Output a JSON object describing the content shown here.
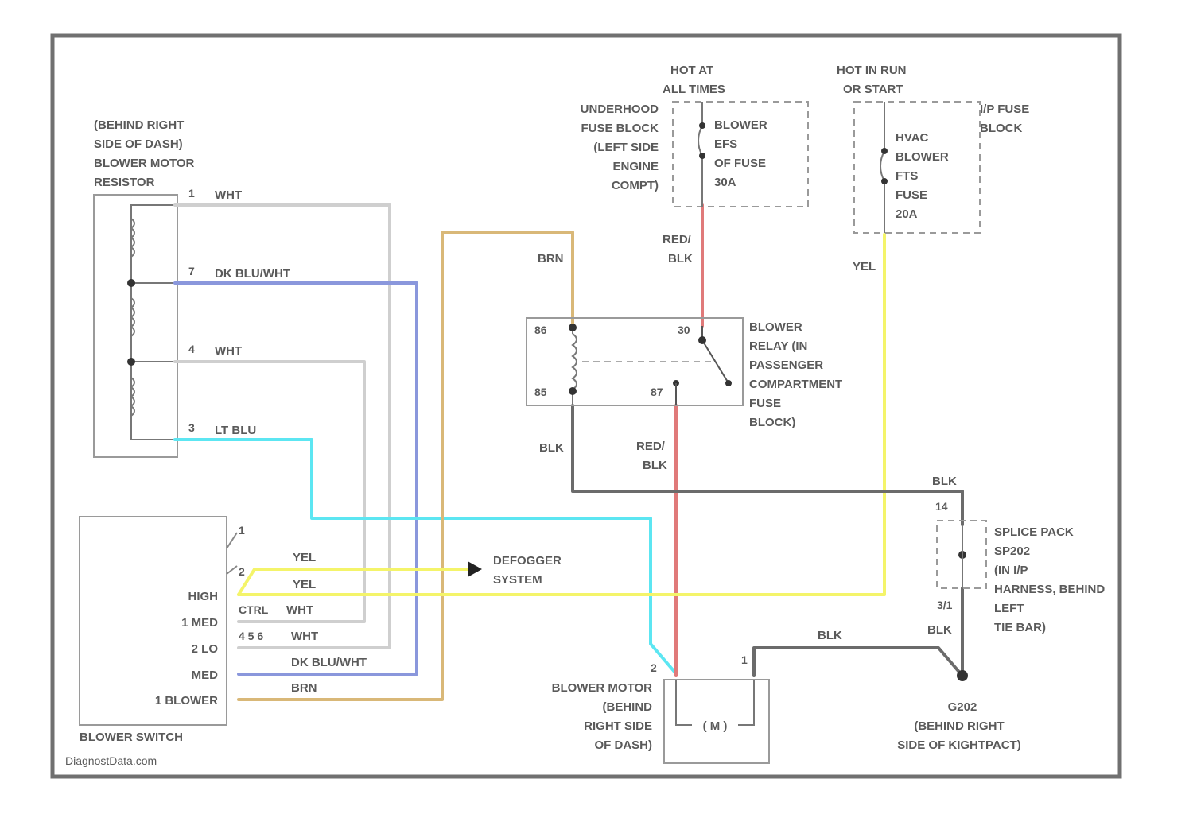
{
  "colors": {
    "wht": "#cfcfcf",
    "dk_blu_wht": "#8a97dc",
    "lt_blu": "#5ce6f2",
    "brn": "#d9b878",
    "red_blk": "#e07a7a",
    "yel": "#f4f46a",
    "blk": "#6b6b6b",
    "frame": "#707070"
  },
  "components": {
    "resistor": {
      "label": [
        "(BEHIND RIGHT",
        "SIDE OF DASH)",
        "BLOWER MOTOR",
        "RESISTOR"
      ],
      "pins": [
        "1",
        "7",
        "4",
        "3"
      ]
    },
    "underhood_fuse": {
      "hot_label": [
        "HOT AT",
        "ALL TIMES"
      ],
      "location": [
        "UNDERHOOD",
        "FUSE BLOCK",
        "(LEFT SIDE",
        "ENGINE",
        "COMPT)"
      ],
      "fuse": [
        "BLOWER",
        "EFS",
        "OF FUSE",
        "30A"
      ]
    },
    "ip_fuse": {
      "hot_label": [
        "HOT IN RUN",
        "OR START"
      ],
      "location": [
        "I/P FUSE",
        "BLOCK"
      ],
      "fuse": [
        "HVAC",
        "BLOWER",
        "FTS",
        "FUSE",
        "20A"
      ]
    },
    "relay": {
      "label": [
        "BLOWER",
        "RELAY (IN",
        "PASSENGER",
        "COMPARTMENT",
        "FUSE",
        "BLOCK)"
      ],
      "pins": [
        "30",
        "86",
        "85",
        "87"
      ]
    },
    "blower_switch": {
      "label": "BLOWER SWITCH",
      "positions": [
        "HIGH",
        "1 MED",
        "2 LO",
        "MED",
        "1 BLOWER"
      ],
      "pins": [
        "1",
        "2",
        "CTRL",
        "4 5 6"
      ]
    },
    "defogger": {
      "label": [
        "DEFOGGER",
        "SYSTEM"
      ]
    },
    "motor": {
      "label": [
        "BLOWER MOTOR",
        "(BEHIND",
        "RIGHT SIDE",
        "OF DASH)"
      ],
      "symbol": "( M )",
      "pins": [
        "2",
        "1"
      ]
    },
    "splice": {
      "label": [
        "SPLICE PACK",
        "SP202",
        "(IN I/P",
        "HARNESS, BEHIND",
        "LEFT",
        "TIE BAR)"
      ],
      "pins": [
        "14",
        "3/1"
      ]
    },
    "ground": {
      "label": [
        "G202",
        "(BEHIND RIGHT",
        "SIDE OF KIGHTPACT)"
      ]
    }
  },
  "wire_labels": {
    "wht1": "WHT",
    "dkblu1": "DK BLU/WHT",
    "wht2": "WHT",
    "ltblu": "LT BLU",
    "brn": "BRN",
    "red_blk_top": [
      "RED/",
      "BLK"
    ],
    "yel_top": "YEL",
    "blk_relay": "BLK",
    "red_blk_mid": [
      "RED/",
      "BLK"
    ],
    "blk_right": "BLK",
    "yel_a": "YEL",
    "yel_b": "YEL",
    "wht_sw1": "WHT",
    "wht_sw2": "WHT",
    "dkblu_sw": "DK BLU/WHT",
    "brn_sw": "BRN",
    "blk_motor": "BLK",
    "blk_splice": "BLK"
  },
  "watermark": "DiagnostData.com"
}
